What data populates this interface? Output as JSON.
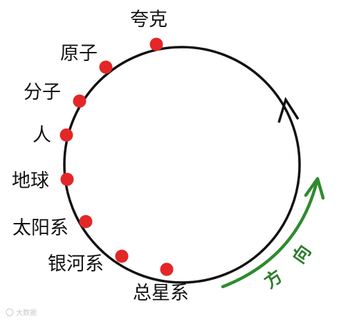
{
  "diagram": {
    "labels": [
      "夸克",
      "原子",
      "分子",
      "人",
      "地球",
      "太阳系",
      "银河系",
      "总星系"
    ],
    "direction_label": "方向",
    "watermark": "大数据",
    "colors": {
      "circle": "#111111",
      "dot": "#e32727",
      "direction_arrow": "#2e8b2e"
    }
  }
}
